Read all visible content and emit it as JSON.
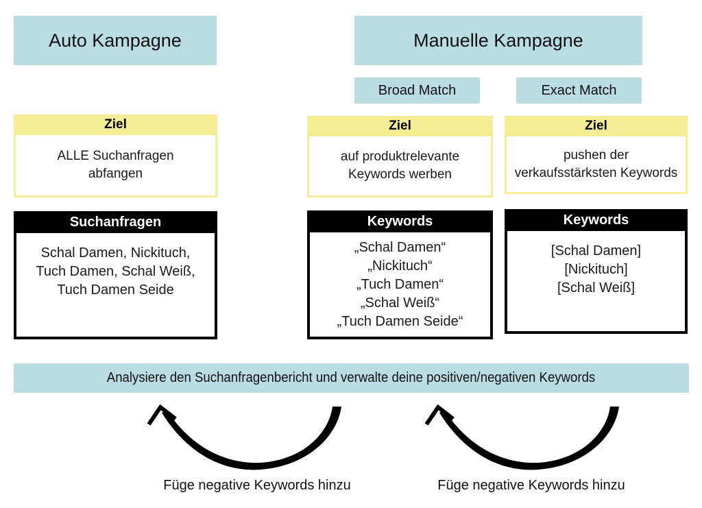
{
  "colors": {
    "teal": "#b9dde1",
    "yellow": "#f6ec95",
    "header_black": "#000000"
  },
  "auto_campaign": {
    "title": "Auto Kampagne",
    "goal": {
      "header": "Ziel",
      "lines": [
        "ALLE Suchanfragen",
        "abfangen"
      ]
    },
    "list": {
      "header": "Suchanfragen",
      "lines": [
        "Schal Damen, Nickituch,",
        "Tuch Damen, Schal Weiß,",
        "Tuch Damen Seide"
      ]
    }
  },
  "manual_campaign": {
    "title": "Manuelle Kampagne",
    "broad": {
      "match_label": "Broad Match",
      "goal": {
        "header": "Ziel",
        "lines": [
          "auf produktrelevante",
          "Keywords werben"
        ]
      },
      "list": {
        "header": "Keywords",
        "lines": [
          "„Schal Damen“",
          "„Nickituch“",
          "„Tuch Damen“",
          "„Schal Weiß“",
          "„Tuch Damen Seide“"
        ]
      }
    },
    "exact": {
      "match_label": "Exact Match",
      "goal": {
        "header": "Ziel",
        "lines": [
          "pushen der",
          "verkaufsstärksten Keywords"
        ]
      },
      "list": {
        "header": "Keywords",
        "lines": [
          "[Schal Damen]",
          "[Nickituch]",
          "[Schal Weiß]"
        ]
      }
    }
  },
  "banner": {
    "text": "Analysiere den Suchanfragenbericht und verwalte deine positiven/negativen Keywords"
  },
  "arrows": {
    "left_label": "Füge negative Keywords hinzu",
    "right_label": "Füge negative Keywords hinzu"
  }
}
